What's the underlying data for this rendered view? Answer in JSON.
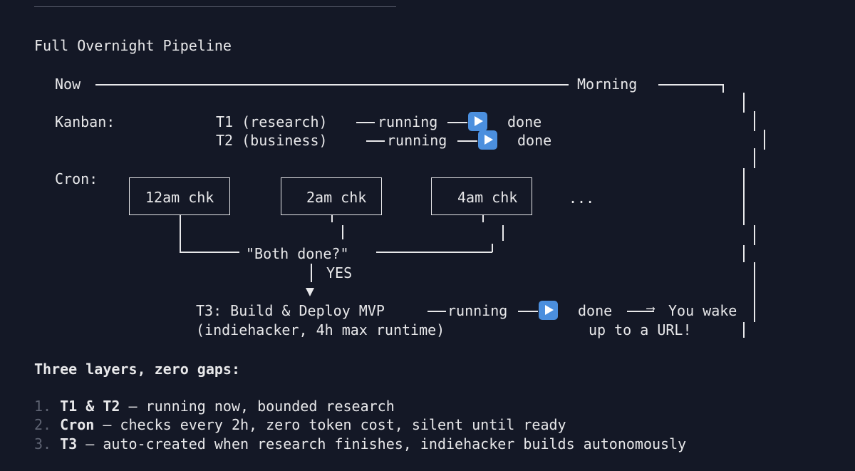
{
  "title": "Full Overnight Pipeline",
  "timeline": {
    "start_label": "Now",
    "end_label": "Morning"
  },
  "kanban": {
    "label": "Kanban:",
    "rows": [
      {
        "task": "T1 (research)",
        "state": "running",
        "result": "done"
      },
      {
        "task": "T2 (business)",
        "state": "running",
        "result": "done"
      }
    ]
  },
  "cron": {
    "label": "Cron:",
    "checks": [
      "12am chk",
      "2am chk",
      "4am chk"
    ],
    "more": "...",
    "question": "\"Both done?\"",
    "answer": "YES"
  },
  "t3": {
    "task": "T3: Build & Deploy MVP",
    "state": "running",
    "detail": "(indiehacker, 4h max runtime)",
    "result": "done",
    "outcome_line1": "You wake",
    "outcome_line2": "up to a URL!"
  },
  "summary": {
    "heading": "Three layers, zero gaps:",
    "items": [
      {
        "num": "1.",
        "term": "T1 & T2",
        "text": " — running now, bounded research"
      },
      {
        "num": "2.",
        "term": "Cron",
        "text": " — checks every 2h, zero token cost, silent until ready"
      },
      {
        "num": "3.",
        "term": "T3",
        "text": " — auto-created when research finishes, indiehacker builds autonomously"
      }
    ]
  },
  "icons": {
    "play": "play-button-icon"
  },
  "colors": {
    "background": "#141826",
    "text": "#e8e8ea",
    "play": "#4b8fde"
  }
}
